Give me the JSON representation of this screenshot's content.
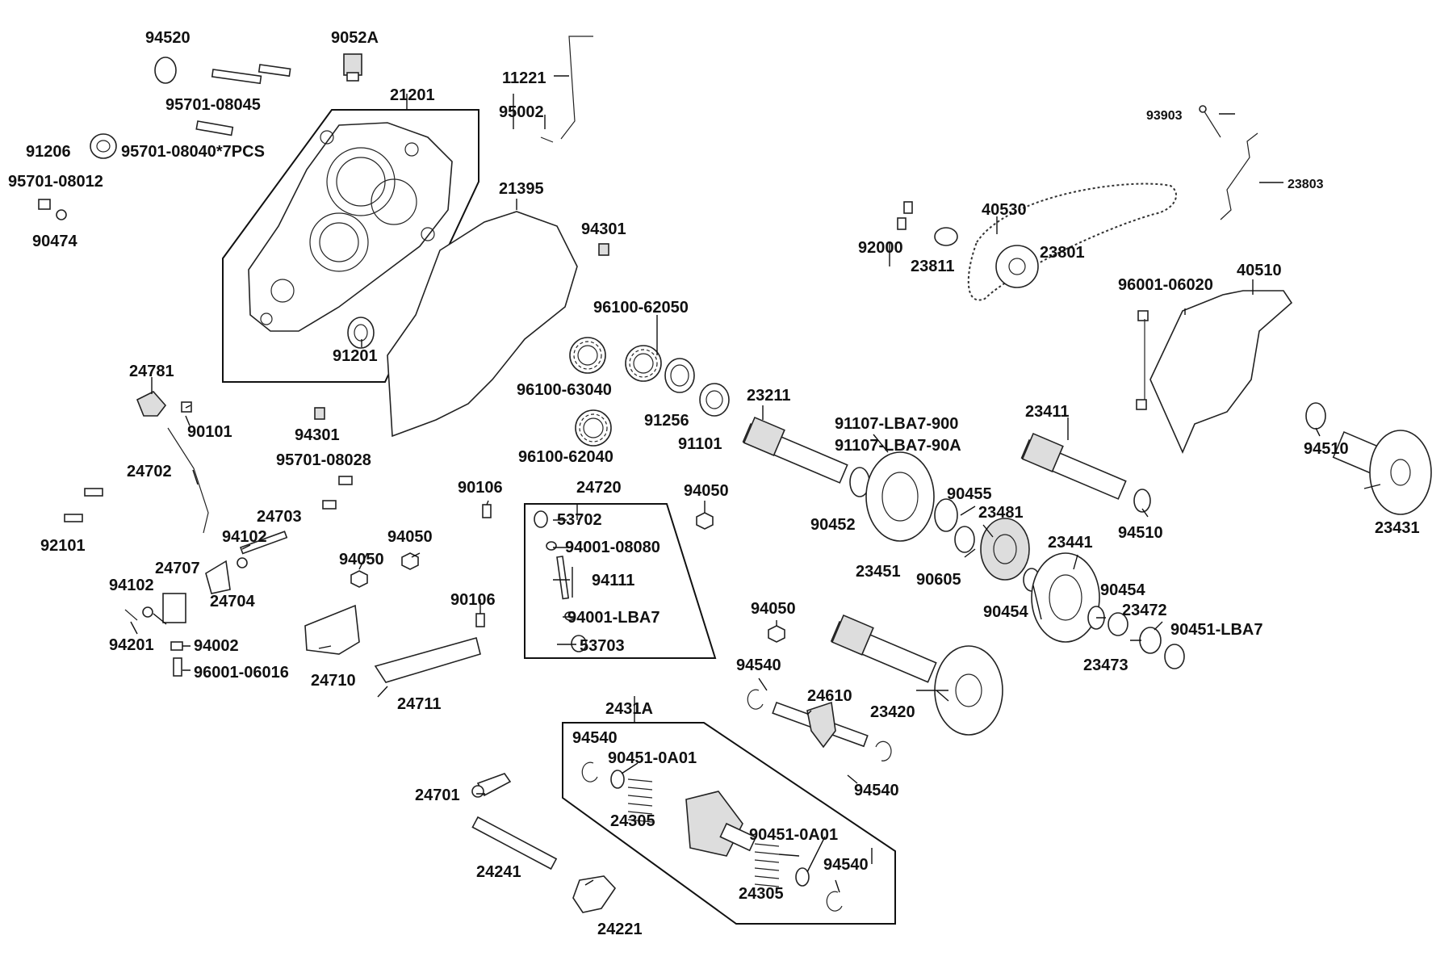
{
  "diagram": {
    "labels": {
      "p94520": "94520",
      "p9052A": "9052A",
      "p95701_08045": "95701-08045",
      "p21201": "21201",
      "p91206": "91206",
      "p95701_08040": "95701-08040*7PCS",
      "p95701_08012": "95701-08012",
      "p90474": "90474",
      "p11221": "11221",
      "p95002": "95002",
      "p21395": "21395",
      "p94301_a": "94301",
      "p91201": "91201",
      "p96100_62050": "96100-62050",
      "p96100_63040": "96100-63040",
      "p91256": "91256",
      "p91101": "91101",
      "p96100_62040": "96100-62040",
      "p93903": "93903",
      "p23803": "23803",
      "p40530": "40530",
      "p92000": "92000",
      "p23801": "23801",
      "p23811": "23811",
      "p96001_06020": "96001-06020",
      "p40510": "40510",
      "p24781": "24781",
      "p90101": "90101",
      "p94301_b": "94301",
      "p95701_08028": "95701-08028",
      "p24702": "24702",
      "p23211": "23211",
      "p91107_LBA7_900": "91107-LBA7-900",
      "p91107_LBA7_90A": "91107-LBA7-90A",
      "p23411": "23411",
      "p94510_a": "94510",
      "p90106_a": "90106",
      "p24720": "24720",
      "p94050_a": "94050",
      "p90455": "90455",
      "p23481": "23481",
      "p90452": "90452",
      "p94510_b": "94510",
      "p23431": "23431",
      "p92101": "92101",
      "p24703": "24703",
      "p53702": "53702",
      "p94102_a": "94102",
      "p94050_b": "94050",
      "p94001_08080": "94001-08080",
      "p94050_c": "94050",
      "p23451": "23451",
      "p90605": "90605",
      "p23441": "23441",
      "p24707": "24707",
      "p94111": "94111",
      "p94102_b": "94102",
      "p24704": "24704",
      "p90106_b": "90106",
      "p94050_d": "94050",
      "p90454_a": "90454",
      "p90454_b": "90454",
      "p94001_LBA7": "94001-LBA7",
      "p23472": "23472",
      "p94201": "94201",
      "p94002": "94002",
      "p53703": "53703",
      "p90451_LBA7": "90451-LBA7",
      "p96001_06016": "96001-06016",
      "p24710": "24710",
      "p94540_a": "94540",
      "p23473": "23473",
      "p24711": "24711",
      "p24610": "24610",
      "p2431A": "2431A",
      "p23420": "23420",
      "p94540_b": "94540",
      "p90451_0A01_a": "90451-0A01",
      "p94540_c": "94540",
      "p24701": "24701",
      "p24305_a": "24305",
      "p90451_0A01_b": "90451-0A01",
      "p94540_d": "94540",
      "p24241": "24241",
      "p24305_b": "24305",
      "p24221": "24221"
    }
  }
}
